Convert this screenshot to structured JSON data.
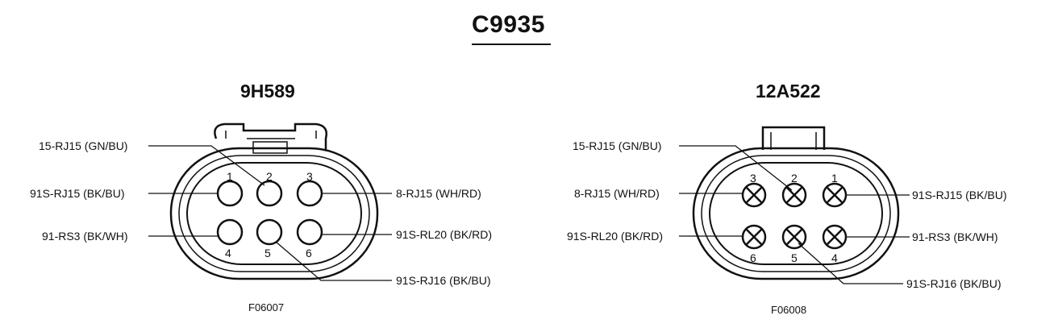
{
  "title": "C9935",
  "connectors": [
    {
      "name": "9H589",
      "figure": "F06007",
      "pins": [
        "1",
        "2",
        "3",
        "4",
        "5",
        "6"
      ],
      "labels": [
        "15-RJ15 (GN/BU)",
        "91S-RJ15 (BK/BU)",
        "91-RS3 (BK/WH)",
        "8-RJ15 (WH/RD)",
        "91S-RL20 (BK/RD)",
        "91S-RJ16 (BK/BU)"
      ]
    },
    {
      "name": "12A522",
      "figure": "F06008",
      "pins": [
        "3",
        "2",
        "1",
        "6",
        "5",
        "4"
      ],
      "labels": [
        "15-RJ15 (GN/BU)",
        "8-RJ15 (WH/RD)",
        "91S-RL20 (BK/RD)",
        "91S-RJ15 (BK/BU)",
        "91-RS3 (BK/WH)",
        "91S-RJ16 (BK/BU)"
      ]
    }
  ]
}
